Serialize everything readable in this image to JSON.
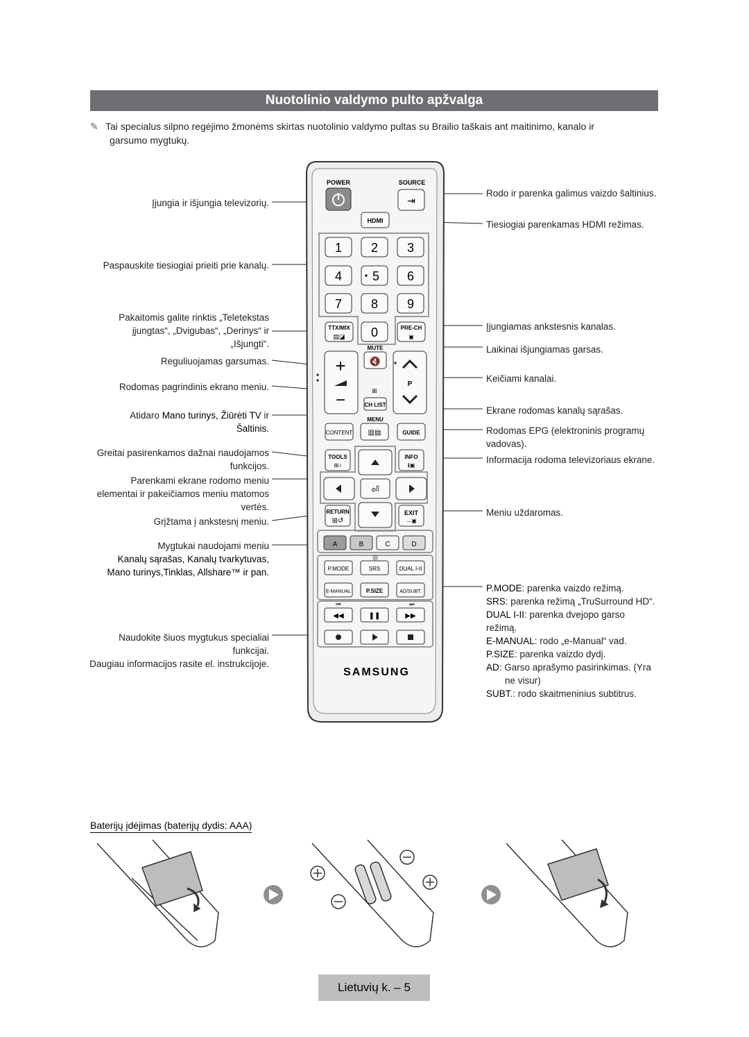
{
  "title": "Nuotolinio valdymo pulto apžvalga",
  "note": {
    "line1": "Tai specialus silpno regėjimo žmonėms skirtas nuotolinio valdymo pultas su Brailio taškais ant maitinimo, kanalo ir",
    "line2": "garsumo mygtukų."
  },
  "left_labels": {
    "power": "Įjungia ir išjungia televizorių.",
    "numbers": "Paspauskite tiesiogiai prieiti prie kanalų.",
    "ttx": [
      "Pakaitomis galite rinktis „Teletekstas",
      "įjungtas“, „Dvigubas“, „Derinys“ ir",
      "„Išjungti“."
    ],
    "volume": "Reguliuojamas garsumas.",
    "menu": "Rodomas pagrindinis ekrano meniu.",
    "content_pre": "Atidaro ",
    "content_items": "Mano turinys, Žiūrėti TV",
    "content_mid": " ir",
    "content_last": "Šaltinis.",
    "tools": [
      "Greitai pasirenkamos dažnai naudojamos",
      "funkcijos."
    ],
    "nav": [
      "Parenkami ekrane rodomo meniu",
      "elementai ir pakeičiamos meniu matomos",
      "vertės."
    ],
    "return": "Grįžtama į ankstesnį meniu.",
    "color_keys": [
      "Mygtukai naudojami meniu",
      "Kanalų sąrašas, Kanalų tvarkytuvas,",
      "Mano turinys,Tinklas, Allshare™ ir pan."
    ],
    "special": [
      "Naudokite šiuos mygtukus specialiai",
      "funkcijai."
    ],
    "more_info": "Daugiau informacijos rasite el. instrukcijoje."
  },
  "right_labels": {
    "source": "Rodo ir parenka galimus vaizdo šaltinius.",
    "hdmi": "Tiesiogiai parenkamas HDMI režimas.",
    "prech": "Įjungiamas ankstesnis kanalas.",
    "mute": "Laikinai išjungiamas garsas.",
    "channel": "Keičiami kanalai.",
    "chlist": "Ekrane rodomas kanalų sąrašas.",
    "guide": [
      "Rodomas EPG (elektroninis programų",
      "vadovas)."
    ],
    "info": "Informacija rodoma televizoriaus ekrane.",
    "exit": "Meniu uždaromas.",
    "modes": [
      {
        "key": "P.MODE",
        "text": ": parenka vaizdo režimą."
      },
      {
        "key": "SRS",
        "text": ": parenka režimą „TruSurround HD“."
      },
      {
        "key": "DUAL I-II",
        "text": ": parenka dvejopo garso"
      },
      {
        "key": "",
        "text": "režimą."
      },
      {
        "key": "E-MANUAL",
        "text": ": rodo „e-Manual“ vad."
      },
      {
        "key": "P.SIZE",
        "text": ": parenka vaizdo dydį."
      },
      {
        "key": "AD",
        "text": ": Garso aprašymo pasirinkimas. (Yra"
      },
      {
        "key": "",
        "text": "ne visur)"
      },
      {
        "key": "SUBT.",
        "text": ": rodo skaitmeninius subtitrus."
      }
    ]
  },
  "remote": {
    "power": "POWER",
    "source": "SOURCE",
    "hdmi": "HDMI",
    "digits": [
      "1",
      "2",
      "3",
      "4",
      "5",
      "6",
      "7",
      "8",
      "9",
      "0"
    ],
    "ttx": "TTX/MIX",
    "prech": "PRE-CH",
    "mute": "MUTE",
    "ch_p": "P",
    "chlist": "CH LIST",
    "menu": "MENU",
    "content": "CONTENT",
    "guide": "GUIDE",
    "tools": "TOOLS",
    "info": "INFO",
    "return": "RETURN",
    "exit": "EXIT",
    "colors": [
      "A",
      "B",
      "C",
      "D"
    ],
    "pmode": "P.MODE",
    "srs": "SRS",
    "dual": "DUAL I-II",
    "emanual": "E-MANUAL",
    "psize": "P.SIZE",
    "adsubt": "AD/SUBT.",
    "brand": "SAMSUNG"
  },
  "battery_title": "Baterijų įdėjimas (baterijų dydis: AAA)",
  "footer": "Lietuvių k. – 5"
}
